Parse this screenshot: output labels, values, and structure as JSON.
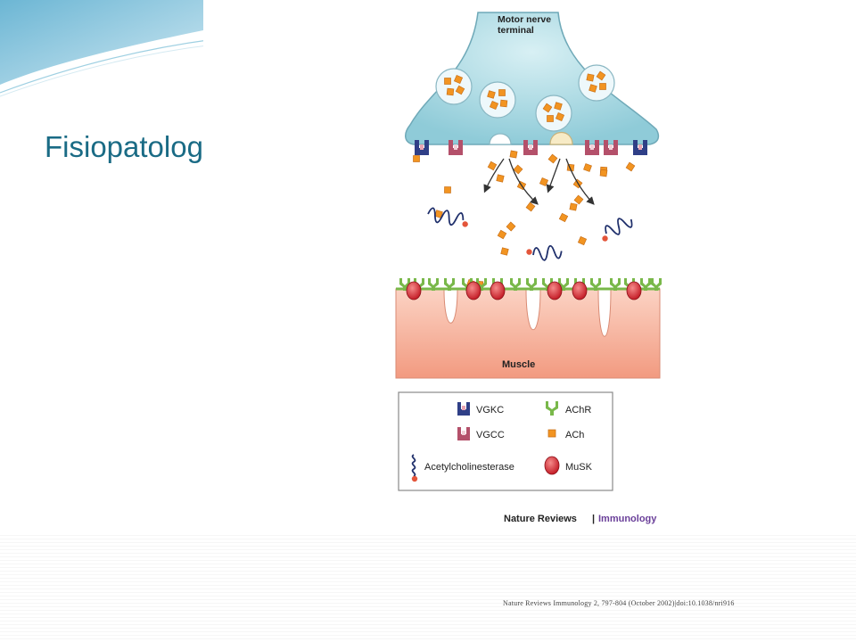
{
  "slide": {
    "title": "Fisiopatología",
    "citation": "Nature Reviews Immunology 2, 797-804 (October 2002)|doi:10.1038/nri916"
  },
  "diagram": {
    "terminal_label_line1": "Motor nerve",
    "terminal_label_line2": "terminal",
    "muscle_label": "Muscle",
    "legend": {
      "vgkc": "VGKC",
      "vgcc": "VGCC",
      "achr": "AChR",
      "ach": "ACh",
      "acetylcholinesterase": "Acetylcholinesterase",
      "musk": "MuSK"
    },
    "credit_journal": "Nature Reviews",
    "credit_separator": "|",
    "credit_section": "Immunology"
  },
  "colors": {
    "title": "#1a6b85",
    "terminal_fill": "#b9e2ea",
    "muscle_fill": "#f7b8a2",
    "ach": "#f29421",
    "vgkc": "#2f3f87",
    "vgcc": "#b4506a",
    "achr": "#79b84a",
    "musk": "#d21f2a",
    "immunology_text": "#6a3f99"
  }
}
